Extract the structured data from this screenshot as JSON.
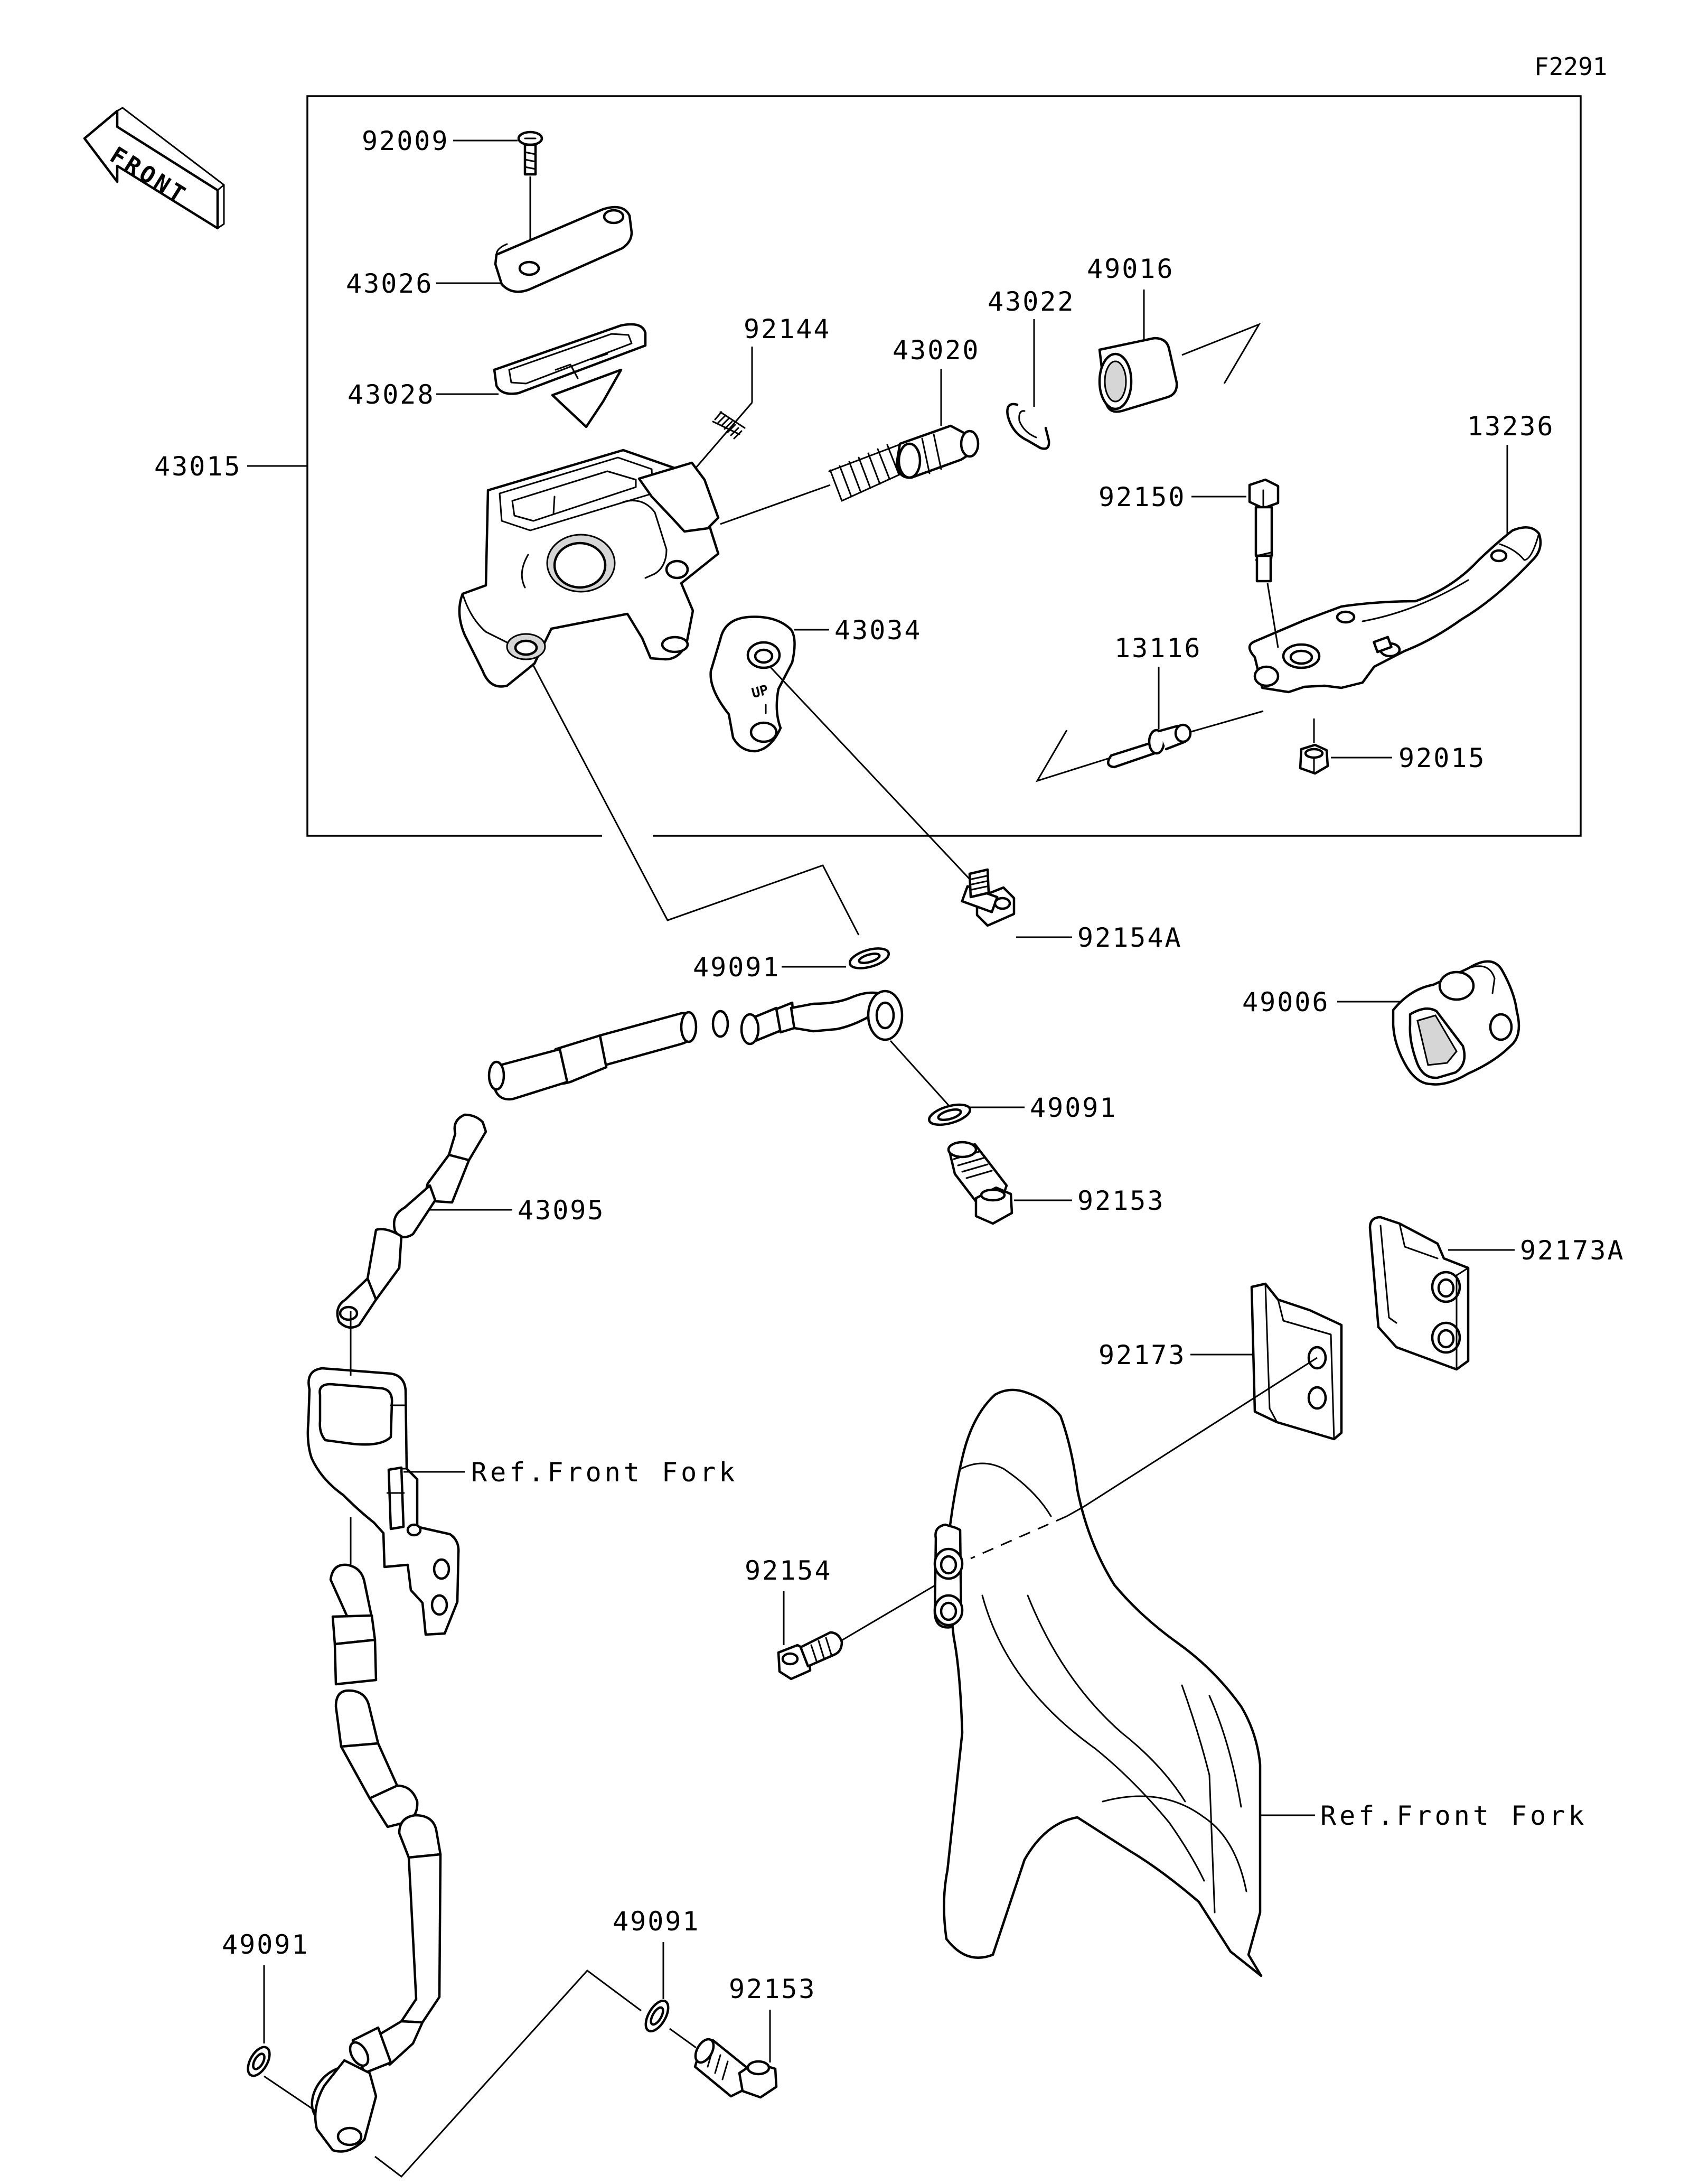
{
  "drawing_id": "F2291",
  "front_indicator": "FRONT",
  "part_labels": {
    "p92009": "92009",
    "p43026": "43026",
    "p43028": "43028",
    "p92144": "92144",
    "p43020": "43020",
    "p43022": "43022",
    "p49016": "49016",
    "p13236": "13236",
    "p43015": "43015",
    "p92150": "92150",
    "p43034": "43034",
    "p13116": "13116",
    "p92015": "92015",
    "p92154A": "92154A",
    "p49091_a": "49091",
    "p49006": "49006",
    "p49091_b": "49091",
    "p43095": "43095",
    "p92153_a": "92153",
    "p92173A": "92173A",
    "p92173": "92173",
    "p92154": "92154",
    "p49091_c": "49091",
    "p49091_d": "49091",
    "p92153_b": "92153"
  },
  "references": {
    "ref_front_fork_1": "Ref.Front Fork",
    "ref_front_fork_2": "Ref.Front Fork"
  },
  "clamp_marking": "UP"
}
